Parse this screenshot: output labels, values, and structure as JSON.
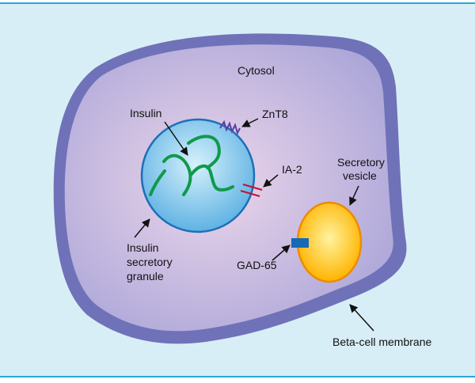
{
  "labels": {
    "cytosol": "Cytosol",
    "insulin": "Insulin",
    "znt8": "ZnT8",
    "ia2": "IA-2",
    "secretory_vesicle": [
      "Secretory",
      "vesicle"
    ],
    "insulin_granule": [
      "Insulin",
      "secretory",
      "granule"
    ],
    "gad65": "GAD-65",
    "beta_cell_membrane": "Beta-cell membrane"
  },
  "colors": {
    "frame_line": "#2aa7d6",
    "panel_bg": "#d8eef6",
    "membrane": "#6f72b8",
    "cytosol_center": "#ecd6ea",
    "cytosol_edge": "#aaa5d8",
    "granule_center": "#d6f1fb",
    "granule_edge": "#5fb2e4",
    "granule_border": "#1d6fb8",
    "insulin_strand": "#0f9a4a",
    "znt8": "#5b3fa4",
    "ia2": "#c8102e",
    "vesicle_center": "#fff3a0",
    "vesicle_edge": "#ffb400",
    "vesicle_border": "#ee8a00",
    "gad65": "#1669b4"
  }
}
